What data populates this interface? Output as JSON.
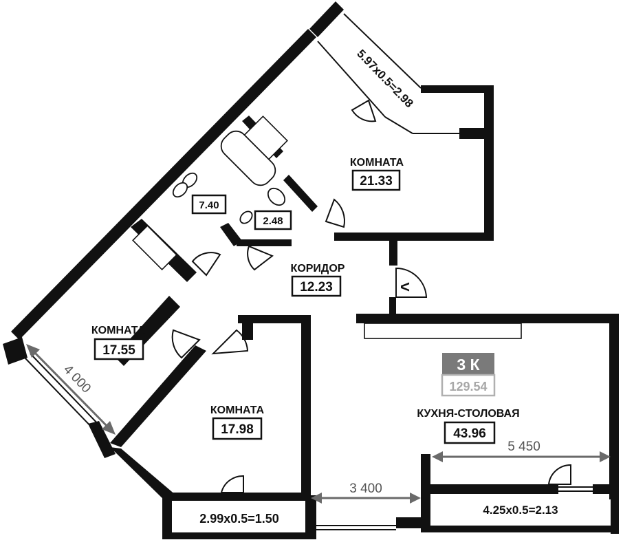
{
  "apartment": {
    "type_label": "3 К",
    "total_area": "129.54",
    "badge_color": "#7a7a7a",
    "badge_outline_color": "#b0b0b0"
  },
  "rooms": {
    "room_top": {
      "name": "КОМНАТА",
      "area": "21.33"
    },
    "bathroom": {
      "area": "7.40"
    },
    "wc": {
      "area": "2.48"
    },
    "corridor": {
      "name": "КОРИДОР",
      "area": "12.23"
    },
    "room_left": {
      "name": "КОМНАТА",
      "area": "17.55"
    },
    "room_bottom": {
      "name": "КОМНАТА",
      "area": "17.98"
    },
    "kitchen": {
      "name": "КУХНЯ-СТОЛОВАЯ",
      "area": "43.96"
    }
  },
  "balconies": {
    "top": "5.97x0.5=2.98",
    "bottom_left": "2.99x0.5=1.50",
    "bottom_right": "4.25x0.5=2.13"
  },
  "dimensions": {
    "left_room": "4 000",
    "middle": "3 400",
    "kitchen": "5 450"
  },
  "entrance_symbol": "<"
}
